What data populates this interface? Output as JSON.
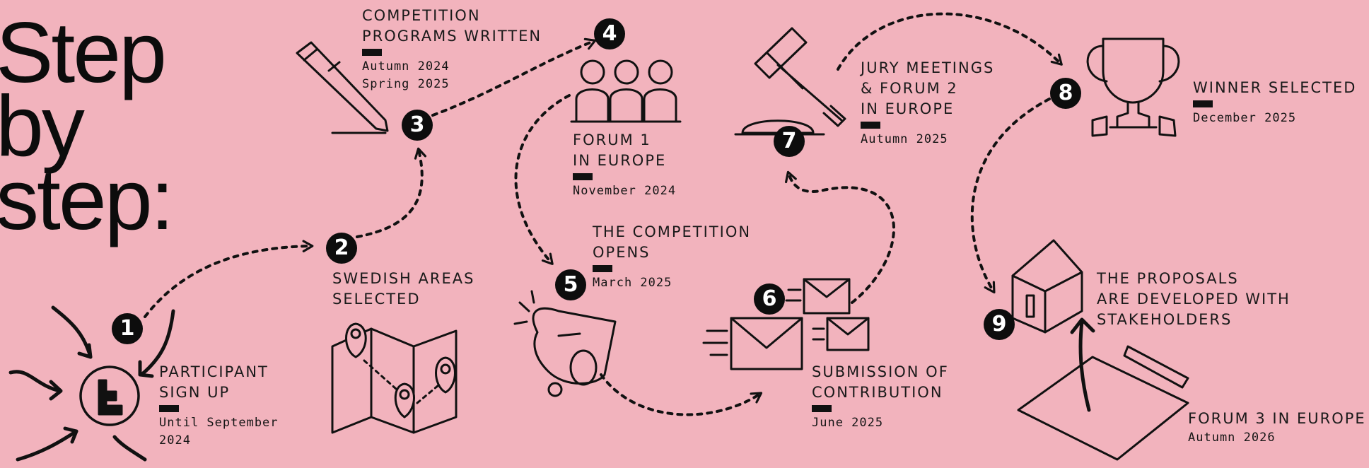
{
  "title": "Step\nby\nstep:",
  "steps": [
    {
      "number": "1",
      "lines": [
        "PARTICIPANT",
        "SIGN UP"
      ],
      "dates": [
        "Until September",
        "2024"
      ]
    },
    {
      "number": "2",
      "lines": [
        "SWEDISH AREAS",
        "SELECTED"
      ],
      "dates": []
    },
    {
      "number": "3",
      "lines": [
        "COMPETITION",
        "PROGRAMS WRITTEN"
      ],
      "dates": [
        "Autumn 2024",
        "Spring 2025"
      ]
    },
    {
      "number": "4",
      "lines": [
        "FORUM 1",
        "IN EUROPE"
      ],
      "dates": [
        "November 2024"
      ]
    },
    {
      "number": "5",
      "lines": [
        "THE COMPETITION",
        "OPENS"
      ],
      "dates": [
        "March 2025"
      ]
    },
    {
      "number": "6",
      "lines": [
        "SUBMISSION OF",
        "CONTRIBUTION"
      ],
      "dates": [
        "June 2025"
      ]
    },
    {
      "number": "7",
      "lines": [
        "JURY MEETINGS",
        "& FORUM 2",
        "IN EUROPE"
      ],
      "dates": [
        "Autumn 2025"
      ]
    },
    {
      "number": "8",
      "lines": [
        "WINNER SELECTED"
      ],
      "dates": [
        "December 2025"
      ]
    },
    {
      "number": "9",
      "lines": [
        "THE PROPOSALS",
        "ARE DEVELOPED WITH",
        "STAKEHOLDERS"
      ],
      "dates": []
    },
    {
      "number": "",
      "lines": [
        "FORUM 3 IN EUROPE"
      ],
      "dates": [
        "Autumn 2026"
      ]
    }
  ],
  "colors": {
    "background": "#f2b3bd",
    "ink": "#111111"
  },
  "icons": [
    "logo-e-icon",
    "map-pins-icon",
    "pencil-icon",
    "people-icon",
    "whistle-icon",
    "envelopes-icon",
    "gavel-icon",
    "trophy-icon",
    "house-icon"
  ]
}
